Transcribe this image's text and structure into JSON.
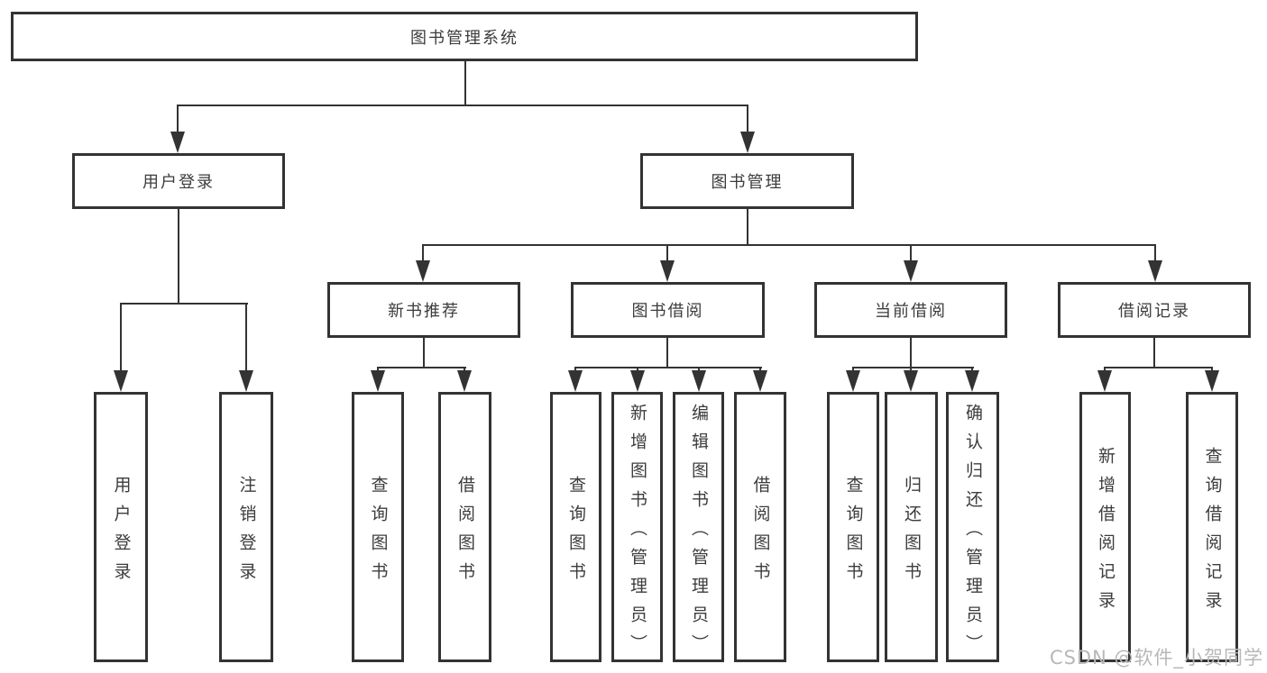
{
  "colors": {
    "line": "#333333",
    "box_border": "#333333",
    "box_fill": "#ffffff",
    "text": "#3c3c3c",
    "watermark": "#b8b8b8",
    "background": "#ffffff"
  },
  "tree": {
    "label": "图书管理系统",
    "children": [
      {
        "label": "用户登录",
        "children": [
          {
            "label": "用户登录"
          },
          {
            "label": "注销登录"
          }
        ]
      },
      {
        "label": "图书管理",
        "children": [
          {
            "label": "新书推荐",
            "children": [
              {
                "label": "查询图书"
              },
              {
                "label": "借阅图书"
              }
            ]
          },
          {
            "label": "图书借阅",
            "children": [
              {
                "label": "查询图书"
              },
              {
                "label": "新增图书（管理员）"
              },
              {
                "label": "编辑图书（管理员）"
              },
              {
                "label": "借阅图书"
              }
            ]
          },
          {
            "label": "当前借阅",
            "children": [
              {
                "label": "查询图书"
              },
              {
                "label": "归还图书"
              },
              {
                "label": "确认归还（管理员）"
              }
            ]
          },
          {
            "label": "借阅记录",
            "children": [
              {
                "label": "新增借阅记录"
              },
              {
                "label": "查询借阅记录"
              }
            ]
          }
        ]
      }
    ]
  },
  "watermark": {
    "text": "CSDN @软件_小贺同学"
  }
}
